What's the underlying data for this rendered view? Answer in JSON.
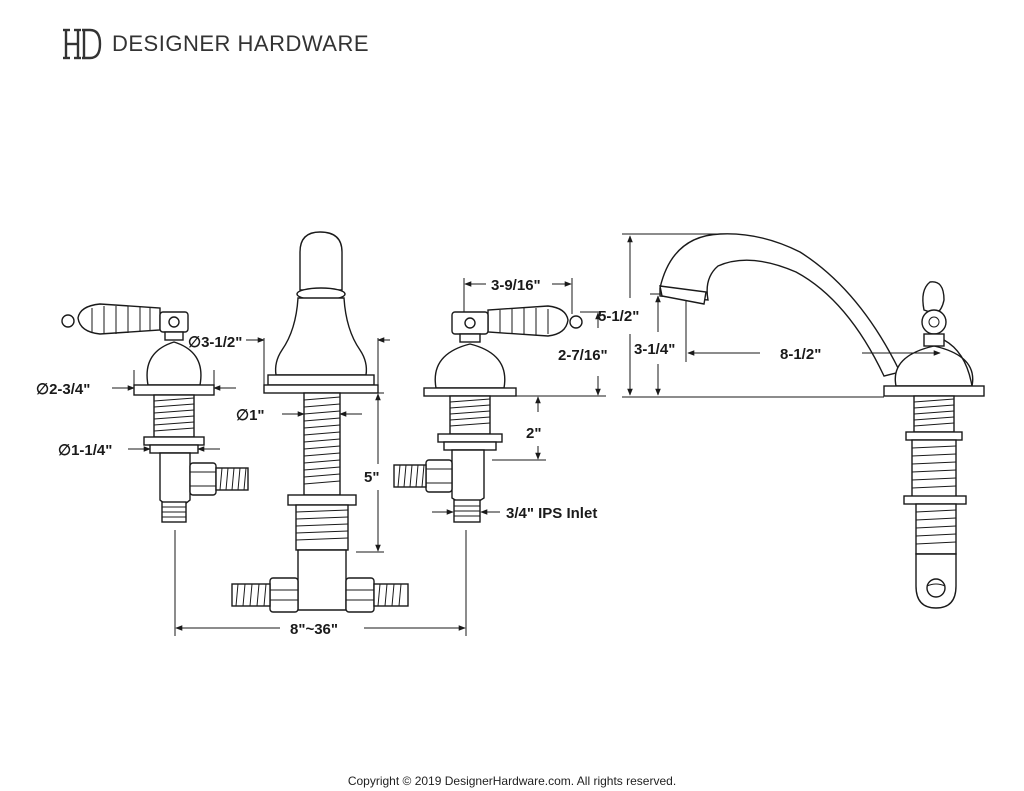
{
  "brand": {
    "logo_icon": "hd-monogram-icon",
    "name": "DESIGNER HARDWARE"
  },
  "dimensions": {
    "spout_diameter": "∅3-1/2\"",
    "base_diameter": "∅2-3/4\"",
    "valve_diameter": "∅1-1/4\"",
    "shank_diameter": "∅1\"",
    "handle_width": "3-9/16\"",
    "handle_height": "2-7/16\"",
    "valve_shank_length": "2\"",
    "spout_shank_length": "5\"",
    "inlet": "3/4\" IPS Inlet",
    "spread": "8\"~36\"",
    "total_height": "5-1/2\"",
    "spout_height": "3-1/4\"",
    "spout_reach": "8-1/2\""
  },
  "footer": {
    "copyright": "Copyright © 2019 DesignerHardware.com. All rights reserved."
  }
}
